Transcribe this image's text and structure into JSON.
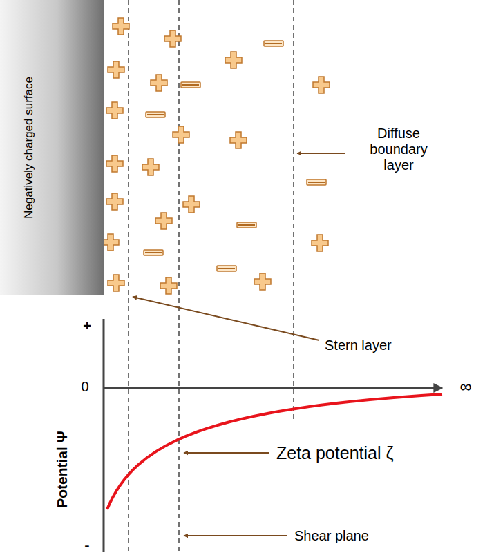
{
  "diagram": {
    "nodes": [
      {
        "text": [
          "Negatively charged surface"
        ]
      }
    ],
    "labels": [
      "Diffuse boundary layer",
      "Stern layer",
      "Zeta potential ζ",
      "Shear plane",
      "Potential Ψ",
      "+",
      "0",
      "-",
      "∞"
    ]
  }
}
